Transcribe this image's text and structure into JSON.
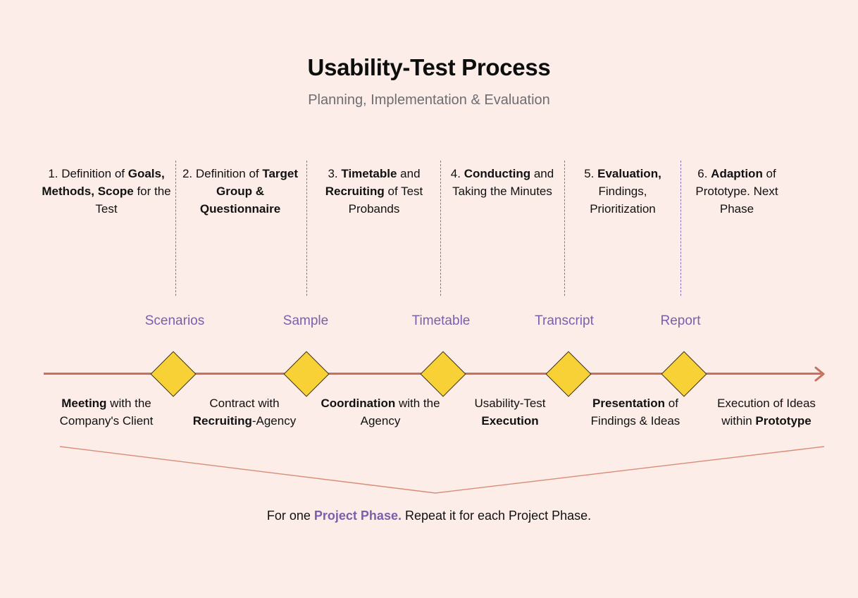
{
  "header": {
    "title": "Usability-Test Process",
    "subtitle": "Planning, Implementation & Evaluation"
  },
  "steps": [
    {
      "num": "1. ",
      "a": "Definition of ",
      "b": "Goals, Methods, Scope",
      "c": " for the Test"
    },
    {
      "num": "2. ",
      "a": "Definition of ",
      "b": "Target Group & Questionnaire",
      "c": ""
    },
    {
      "num": "3. ",
      "a": "",
      "b": "Timetable",
      "c": " and ",
      "d": "Recruiting",
      "e": " of Test Probands"
    },
    {
      "num": "4. ",
      "a": "",
      "b": "Conducting",
      "c": " and Taking the Minutes"
    },
    {
      "num": "5. ",
      "a": "",
      "b": "Evaluation,",
      "c": " Findings, Prioritization"
    },
    {
      "num": "6. ",
      "a": "",
      "b": "Adaption",
      "c": " of Prototype. Next Phase"
    }
  ],
  "deliverables": [
    {
      "label": "Scenarios"
    },
    {
      "label": "Sample"
    },
    {
      "label": "Timetable"
    },
    {
      "label": "Transcript"
    },
    {
      "label": "Report"
    }
  ],
  "milestones": [
    {
      "b1": "Meeting",
      "t1": " with the Company's Client",
      "b2": "",
      "t2": ""
    },
    {
      "b1": "",
      "t1": "Contract with ",
      "b2": "Recruiting",
      "t2": "-Agency"
    },
    {
      "b1": "Coordination",
      "t1": " with the Agency",
      "b2": "",
      "t2": ""
    },
    {
      "b1": "",
      "t1": "Usability-Test ",
      "b2": "Execution",
      "t2": ""
    },
    {
      "b1": "Presentation",
      "t1": " of Findings & Ideas",
      "b2": "",
      "t2": ""
    },
    {
      "b1": "",
      "t1": "Execution of Ideas within ",
      "b2": "Prototype",
      "t2": ""
    }
  ],
  "footer": {
    "lead": "For one ",
    "accent": "Project Phase.",
    "tail": " Repeat it for each Project Phase."
  },
  "colors": {
    "background": "#FCEDE8",
    "timeline": "#C9705C",
    "diamond": "#F7D135",
    "diamond_stroke": "#3A3020",
    "accent_purple": "#7C5FAC",
    "divider": "#8A6FB5",
    "title": "#0D0D0D",
    "subtitle": "#6D6D72"
  }
}
